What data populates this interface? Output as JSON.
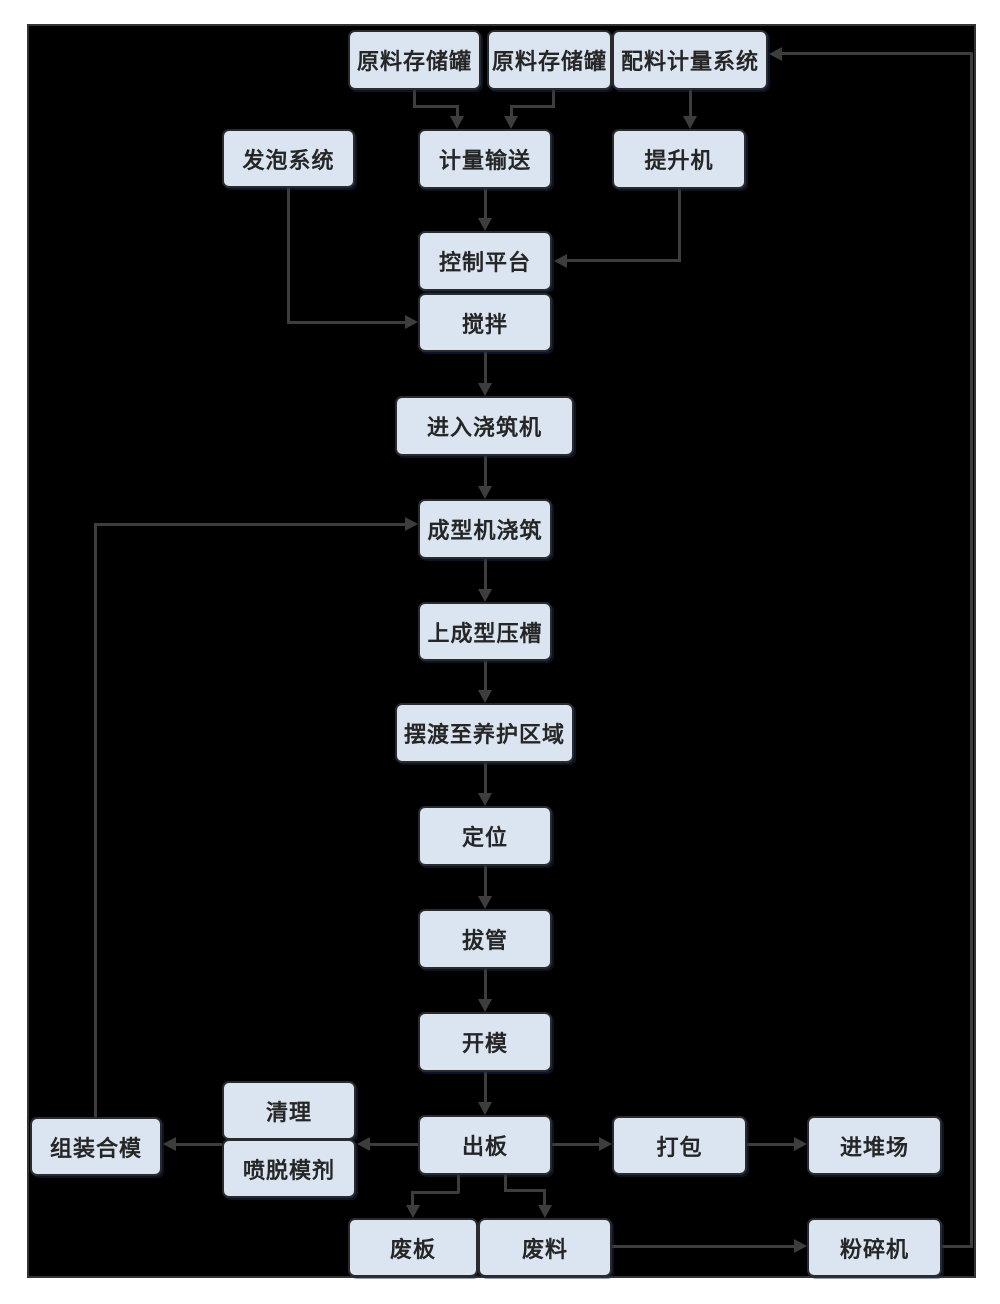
{
  "style": {
    "page_bg": "#ffffff",
    "canvas_bg": "#000000",
    "canvas_border": "#333333",
    "box_fill": "#dbe5f1",
    "box_border": "#2b2b2b",
    "box_text": "#262626",
    "line_color": "#3d3d3d"
  },
  "diagram_type": "flowchart",
  "nodes": {
    "raw_tank_1": {
      "label": "原料存储罐"
    },
    "raw_tank_2": {
      "label": "原料存储罐"
    },
    "batching_system": {
      "label": "配料计量系统"
    },
    "foaming_system": {
      "label": "发泡系统"
    },
    "metering_convey": {
      "label": "计量输送"
    },
    "hoist": {
      "label": "提升机"
    },
    "control_platform": {
      "label": "控制平台"
    },
    "mixing": {
      "label": "搅拌"
    },
    "enter_pouring": {
      "label": "进入浇筑机"
    },
    "forming_pouring": {
      "label": "成型机浇筑"
    },
    "press_groove": {
      "label": "上成型压槽"
    },
    "ferry_curing": {
      "label": "摆渡至养护区域"
    },
    "positioning": {
      "label": "定位"
    },
    "tube_pulling": {
      "label": "拔管"
    },
    "mold_opening": {
      "label": "开模"
    },
    "board_out": {
      "label": "出板"
    },
    "assemble_mold": {
      "label": "组装合模"
    },
    "cleaning": {
      "label": "清理"
    },
    "release_agent": {
      "label": "喷脱模剂"
    },
    "packing": {
      "label": "打包"
    },
    "stockyard": {
      "label": "进堆场"
    },
    "waste_board": {
      "label": "废板"
    },
    "waste_material": {
      "label": "废料"
    },
    "crusher": {
      "label": "粉碎机"
    }
  },
  "edges": [
    {
      "from": "raw_tank_1",
      "to": "metering_convey"
    },
    {
      "from": "raw_tank_2",
      "to": "metering_convey"
    },
    {
      "from": "batching_system",
      "to": "hoist"
    },
    {
      "from": "metering_convey",
      "to": "control_platform"
    },
    {
      "from": "hoist",
      "to": "control_platform"
    },
    {
      "from": "foaming_system",
      "to": "mixing"
    },
    {
      "from": "mixing",
      "to": "enter_pouring"
    },
    {
      "from": "enter_pouring",
      "to": "forming_pouring"
    },
    {
      "from": "forming_pouring",
      "to": "press_groove"
    },
    {
      "from": "press_groove",
      "to": "ferry_curing"
    },
    {
      "from": "ferry_curing",
      "to": "positioning"
    },
    {
      "from": "positioning",
      "to": "tube_pulling"
    },
    {
      "from": "tube_pulling",
      "to": "mold_opening"
    },
    {
      "from": "mold_opening",
      "to": "board_out"
    },
    {
      "from": "board_out",
      "to": "cleaning"
    },
    {
      "from": "cleaning",
      "to": "assemble_mold"
    },
    {
      "from": "assemble_mold",
      "to": "forming_pouring"
    },
    {
      "from": "board_out",
      "to": "packing"
    },
    {
      "from": "packing",
      "to": "stockyard"
    },
    {
      "from": "board_out",
      "to": "waste_board"
    },
    {
      "from": "board_out",
      "to": "waste_material"
    },
    {
      "from": "waste_material",
      "to": "crusher"
    },
    {
      "from": "crusher",
      "to": "batching_system"
    }
  ]
}
